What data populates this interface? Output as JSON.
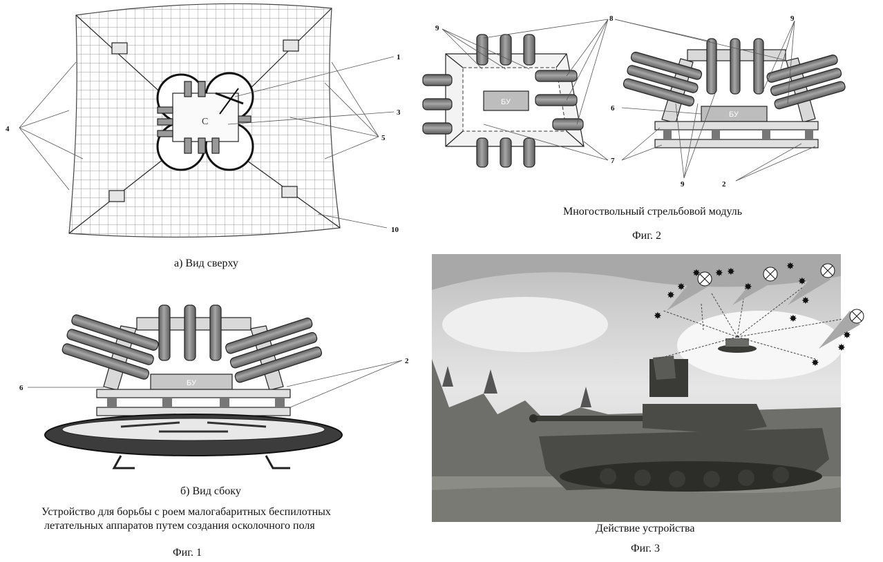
{
  "fig1": {
    "view_a_caption": "а) Вид сверху",
    "view_b_caption": "б) Вид сбоку",
    "desc_line1": "Устройство для борьбы с роем малогабаритных беспилотных",
    "desc_line2": "летательных аппаратов путем создания осколочного поля",
    "fig_label": "Фиг. 1",
    "callouts_a": [
      "1",
      "3",
      "4",
      "5",
      "10"
    ],
    "callouts_b": [
      "2",
      "6"
    ],
    "unit_label": "БУ"
  },
  "fig2": {
    "caption": "Многоствольный стрельбовой модуль",
    "fig_label": "Фиг. 2",
    "callouts": [
      "9",
      "8",
      "6",
      "7",
      "9",
      "2"
    ],
    "unit_label": "БУ"
  },
  "fig3": {
    "caption": "Действие устройства",
    "fig_label": "Фиг. 3"
  },
  "colors": {
    "barrel": "#8a8a8a",
    "frame": "#d9d9d9",
    "unit_box": "#bdbdbd",
    "sky": "#dcdcdc",
    "ground": "#8c8c86",
    "tank": "#4a4a46"
  }
}
